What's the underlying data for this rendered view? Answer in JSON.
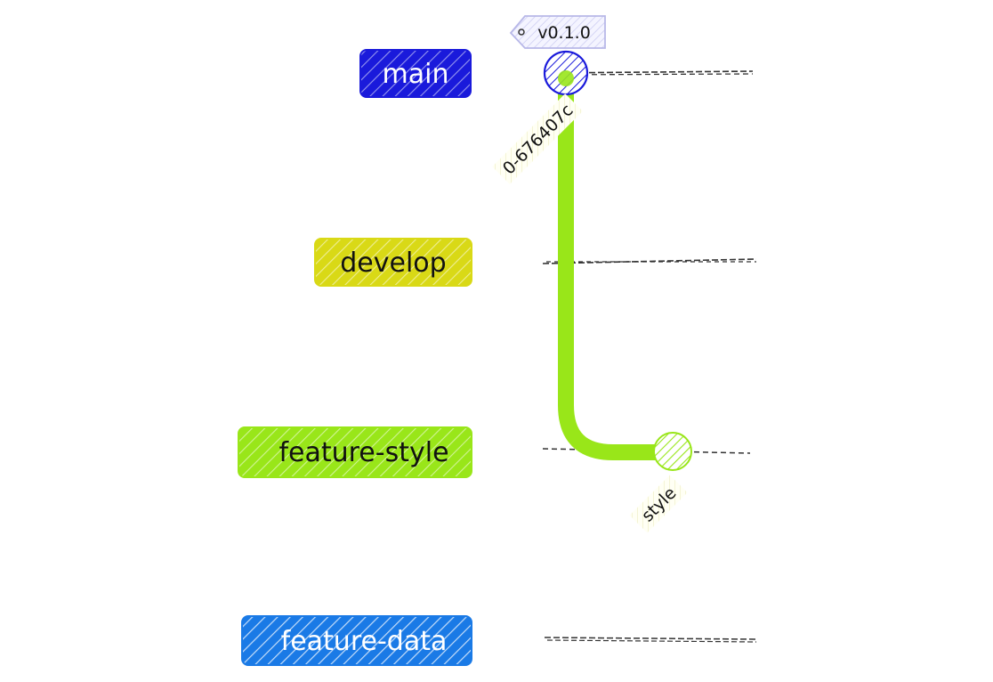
{
  "branches": [
    {
      "name": "main",
      "color": "#1a1adb",
      "text_color": "#ffffff"
    },
    {
      "name": "develop",
      "color": "#d9d916",
      "text_color": "#111111"
    },
    {
      "name": "feature-style",
      "color": "#99e619",
      "text_color": "#111111"
    },
    {
      "name": "feature-data",
      "color": "#1a7ae6",
      "text_color": "#ffffff"
    }
  ],
  "commits": [
    {
      "id": "0-676407c",
      "branch": "main",
      "tag": "v0.1.0"
    },
    {
      "id": "style",
      "branch": "feature-style",
      "tag": ""
    }
  ],
  "connector_color": "#99e619",
  "lane_line_color": "#333333"
}
